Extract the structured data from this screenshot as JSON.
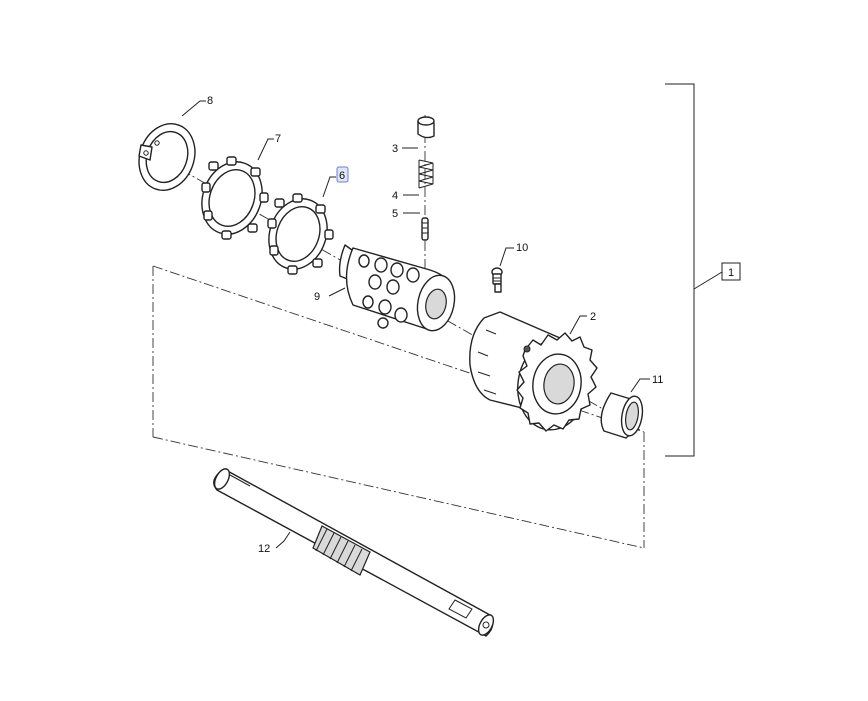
{
  "callouts": {
    "c1": "1",
    "c2": "2",
    "c3": "3",
    "c4": "4",
    "c5": "5",
    "c6": "6",
    "c7": "7",
    "c8": "8",
    "c9": "9",
    "c10": "10",
    "c11": "11",
    "c12": "12"
  },
  "highlighted_callout": "6",
  "colors": {
    "line": "#222222",
    "highlight_fill": "#dfe6fb",
    "highlight_stroke": "#6a7fd4"
  }
}
